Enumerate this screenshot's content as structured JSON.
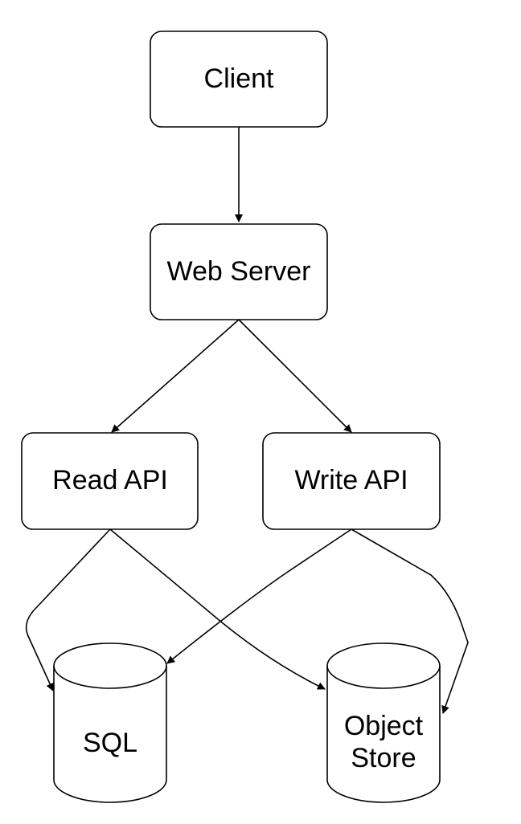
{
  "nodes": {
    "client": {
      "label": "Client"
    },
    "web_server": {
      "label": "Web Server"
    },
    "read_api": {
      "label": "Read API"
    },
    "write_api": {
      "label": "Write API"
    },
    "sql": {
      "label": "SQL"
    },
    "object_store": {
      "label_line1": "Object",
      "label_line2": "Store"
    }
  },
  "edges": [
    {
      "from": "Client",
      "to": "Web Server"
    },
    {
      "from": "Web Server",
      "to": "Read API"
    },
    {
      "from": "Web Server",
      "to": "Write API"
    },
    {
      "from": "Read API",
      "to": "SQL"
    },
    {
      "from": "Read API",
      "to": "Object Store"
    },
    {
      "from": "Write API",
      "to": "SQL"
    },
    {
      "from": "Write API",
      "to": "Object Store"
    }
  ]
}
